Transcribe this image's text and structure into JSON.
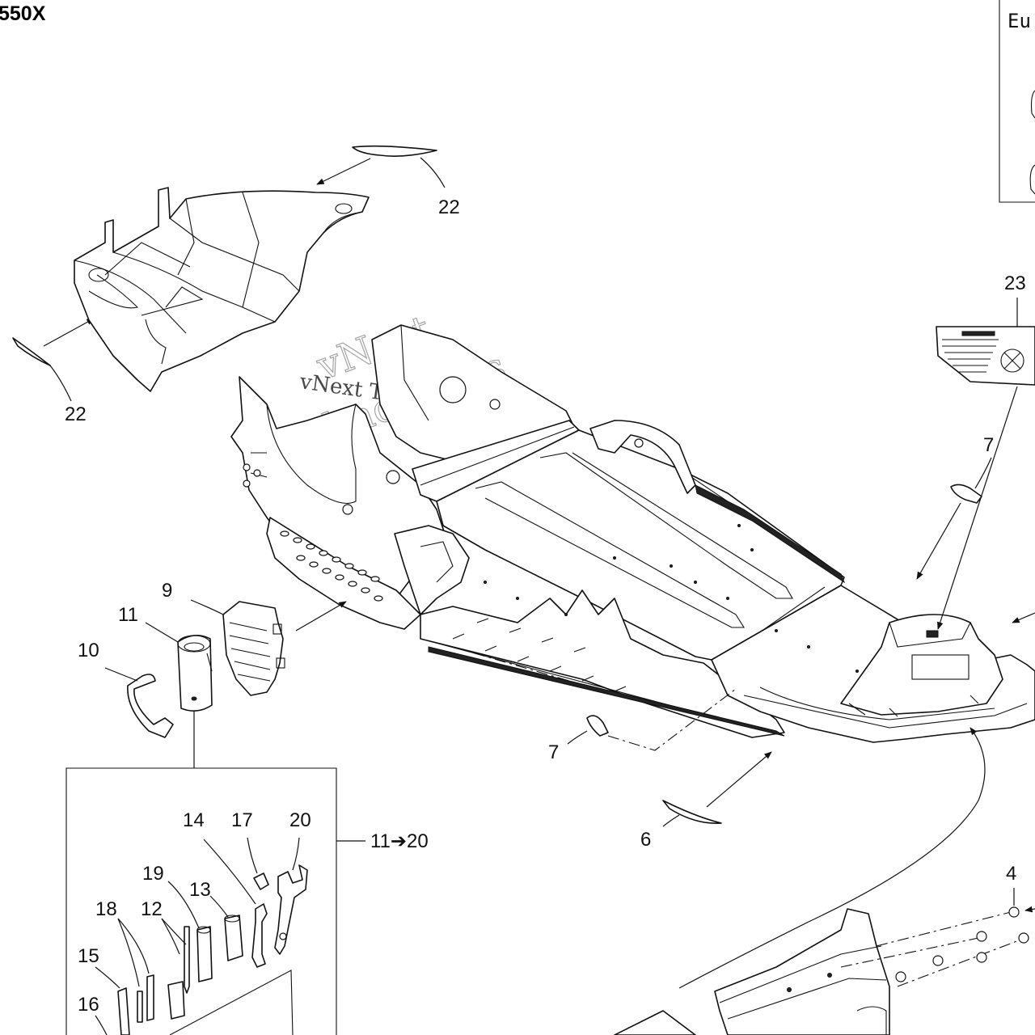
{
  "diagram": {
    "model_title": "550X",
    "inset_label": "Eu",
    "watermark_main": "vNext Technologies",
    "watermark_big_1": "vNext",
    "watermark_big_2": "Technologies",
    "callouts": {
      "c22a": "22",
      "c22b": "22",
      "c23": "23",
      "c7a": "7",
      "c7b": "7",
      "c9": "9",
      "c11": "11",
      "c10": "10",
      "c6": "6",
      "c4": "4",
      "c14": "14",
      "c17": "17",
      "c20": "20",
      "c19": "19",
      "c13": "13",
      "c18": "18",
      "c12": "12",
      "c15": "15",
      "c16": "16",
      "range_11_20": "11➔20"
    }
  }
}
